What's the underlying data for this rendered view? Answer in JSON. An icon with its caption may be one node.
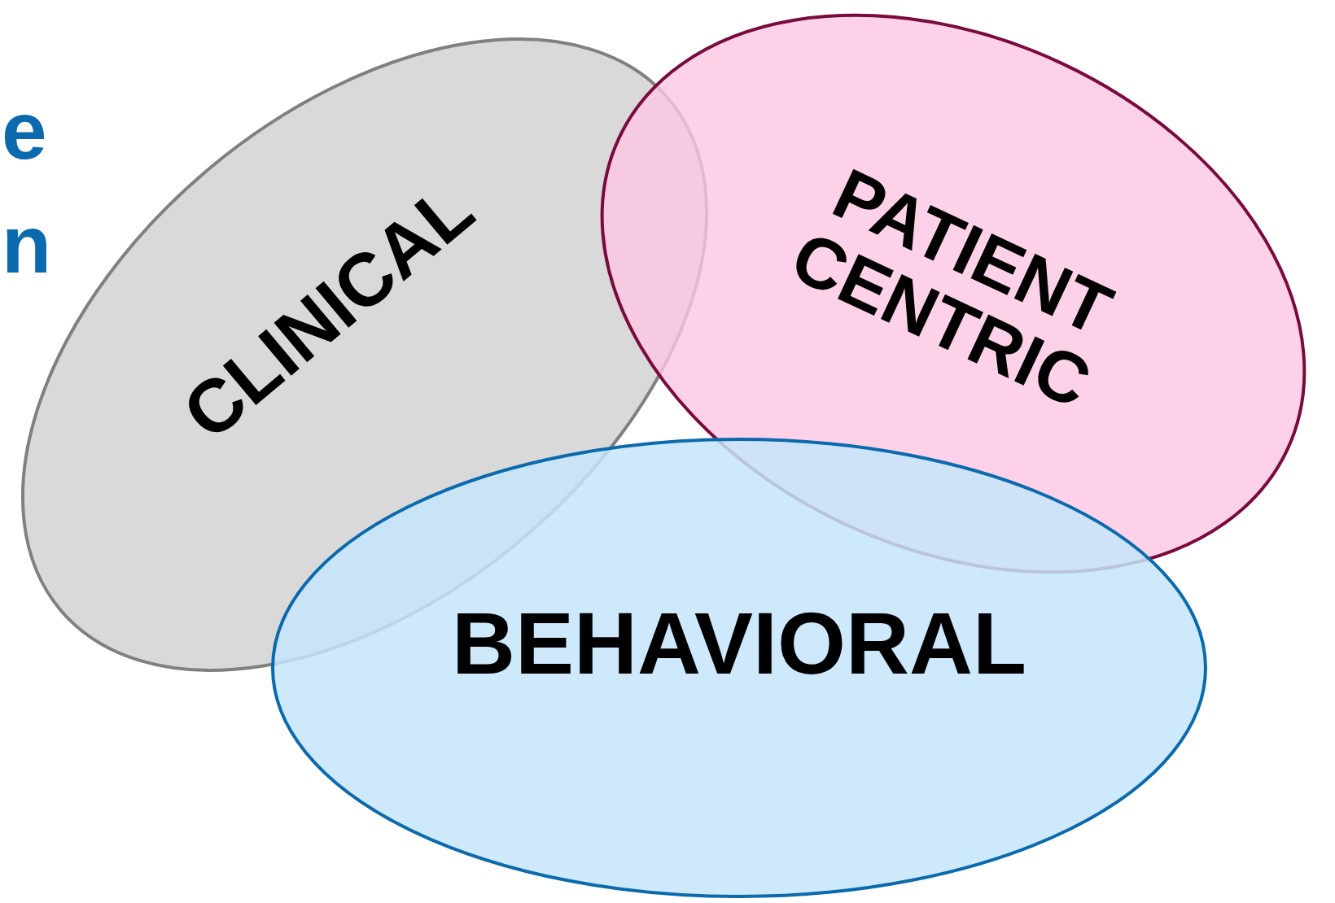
{
  "diagram": {
    "nodes": [
      {
        "text": [
          "CLINICAL"
        ]
      },
      {
        "text": [
          "PATIENT CENTRIC"
        ]
      },
      {
        "text": [
          "BEHAVIORAL"
        ]
      }
    ],
    "labels": [
      "e",
      "n"
    ]
  }
}
